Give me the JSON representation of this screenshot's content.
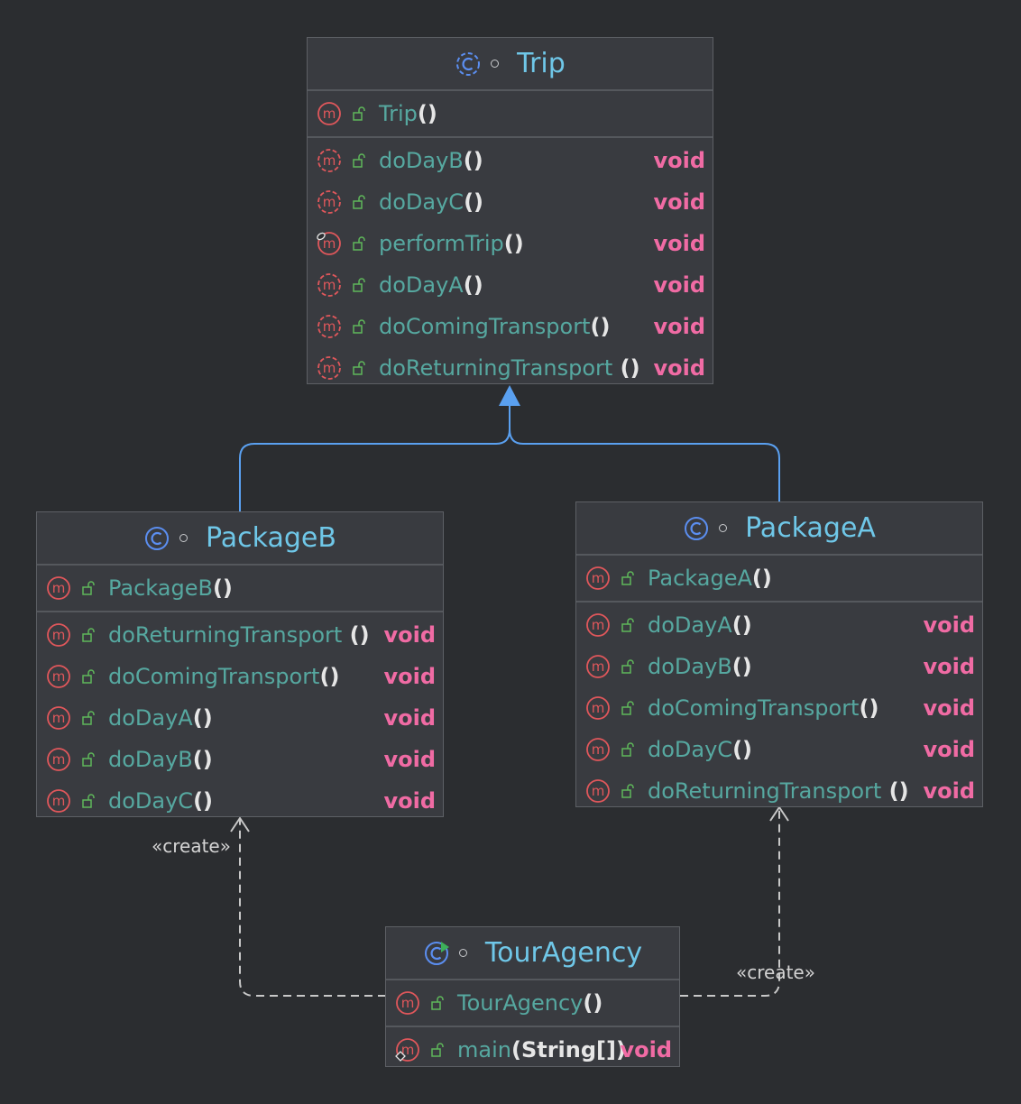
{
  "colors": {
    "background": "#2b2d30",
    "box": "#393b40",
    "title": "#6fc7e8",
    "member": "#56a8a0",
    "return_type": "#f06ba4",
    "inheritance_line": "#5aa0f0",
    "dependency_line": "#c8c8c8",
    "method_icon": "#e0575b",
    "class_icon": "#5b8ef0"
  },
  "classes": {
    "trip": {
      "name": "Trip",
      "icon": "abstract-class-icon",
      "constructor": {
        "name": "Trip",
        "parens": "()",
        "type": ""
      },
      "methods": [
        {
          "name": "doDayB",
          "parens": "()",
          "type": "void",
          "icon": "abstract-method-icon"
        },
        {
          "name": "doDayC",
          "parens": "()",
          "type": "void",
          "icon": "abstract-method-icon"
        },
        {
          "name": "performTrip",
          "parens": "()",
          "type": "void",
          "icon": "final-method-icon"
        },
        {
          "name": "doDayA",
          "parens": "()",
          "type": "void",
          "icon": "abstract-method-icon"
        },
        {
          "name": "doComingTransport",
          "parens": "()",
          "type": "void",
          "icon": "abstract-method-icon"
        },
        {
          "name": "doReturningTransport",
          "parens": " ()",
          "type": "void",
          "icon": "abstract-method-icon"
        }
      ]
    },
    "packageB": {
      "name": "PackageB",
      "icon": "class-icon",
      "constructor": {
        "name": "PackageB",
        "parens": "()",
        "type": ""
      },
      "methods": [
        {
          "name": "doReturningTransport",
          "parens": " ()",
          "type": "void",
          "icon": "method-icon"
        },
        {
          "name": "doComingTransport",
          "parens": "()",
          "type": "void",
          "icon": "method-icon"
        },
        {
          "name": "doDayA",
          "parens": "()",
          "type": "void",
          "icon": "method-icon"
        },
        {
          "name": "doDayB",
          "parens": "()",
          "type": "void",
          "icon": "method-icon"
        },
        {
          "name": "doDayC",
          "parens": "()",
          "type": "void",
          "icon": "method-icon"
        }
      ]
    },
    "packageA": {
      "name": "PackageA",
      "icon": "class-icon",
      "constructor": {
        "name": "PackageA",
        "parens": "()",
        "type": ""
      },
      "methods": [
        {
          "name": "doDayA",
          "parens": "()",
          "type": "void",
          "icon": "method-icon"
        },
        {
          "name": "doDayB",
          "parens": "()",
          "type": "void",
          "icon": "method-icon"
        },
        {
          "name": "doComingTransport",
          "parens": "()",
          "type": "void",
          "icon": "method-icon"
        },
        {
          "name": "doDayC",
          "parens": "()",
          "type": "void",
          "icon": "method-icon"
        },
        {
          "name": "doReturningTransport",
          "parens": " ()",
          "type": "void",
          "icon": "method-icon"
        }
      ]
    },
    "tourAgency": {
      "name": "TourAgency",
      "icon": "runnable-class-icon",
      "constructor": {
        "name": "TourAgency",
        "parens": "()",
        "type": ""
      },
      "methods": [
        {
          "name": "main",
          "parens": "(String[])",
          "type": "void",
          "icon": "static-method-icon"
        }
      ]
    }
  },
  "relations": {
    "create_left_label": "«create»",
    "create_right_label": "«create»"
  }
}
